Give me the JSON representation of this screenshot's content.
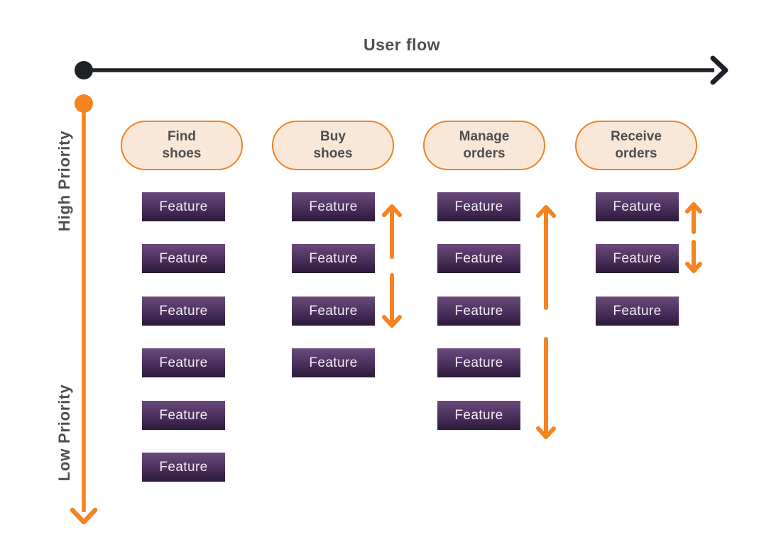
{
  "colors": {
    "orange": "#F5831F",
    "axis-dark": "#1E2227",
    "text-gray": "#4E4E4E",
    "pill-bg": "#F9E8D8",
    "pill-border": "#F08122",
    "feature-top": "#6B4A7B",
    "feature-mid": "#4A2F5C",
    "feature-bottom": "#2C1A39",
    "feature-text": "#F2EDF6"
  },
  "axes": {
    "horizontal": {
      "label": "User flow"
    },
    "vertical": {
      "label_top": "High Priority",
      "label_bottom": "Low Priority"
    }
  },
  "columns": [
    {
      "id": "find-shoes",
      "label": "Find\nshoes",
      "features": [
        "Feature",
        "Feature",
        "Feature",
        "Feature",
        "Feature",
        "Feature"
      ]
    },
    {
      "id": "buy-shoes",
      "label": "Buy\nshoes",
      "features": [
        "Feature",
        "Feature",
        "Feature",
        "Feature"
      ]
    },
    {
      "id": "manage-orders",
      "label": "Manage\norders",
      "features": [
        "Feature",
        "Feature",
        "Feature",
        "Feature",
        "Feature"
      ]
    },
    {
      "id": "receive-orders",
      "label": "Receive\norders",
      "features": [
        "Feature",
        "Feature",
        "Feature"
      ]
    }
  ],
  "arrows": [
    {
      "column": "buy-shoes",
      "direction": "up"
    },
    {
      "column": "buy-shoes",
      "direction": "down"
    },
    {
      "column": "manage-orders",
      "direction": "up"
    },
    {
      "column": "manage-orders",
      "direction": "down"
    },
    {
      "column": "receive-orders",
      "direction": "up"
    },
    {
      "column": "receive-orders",
      "direction": "down"
    }
  ]
}
